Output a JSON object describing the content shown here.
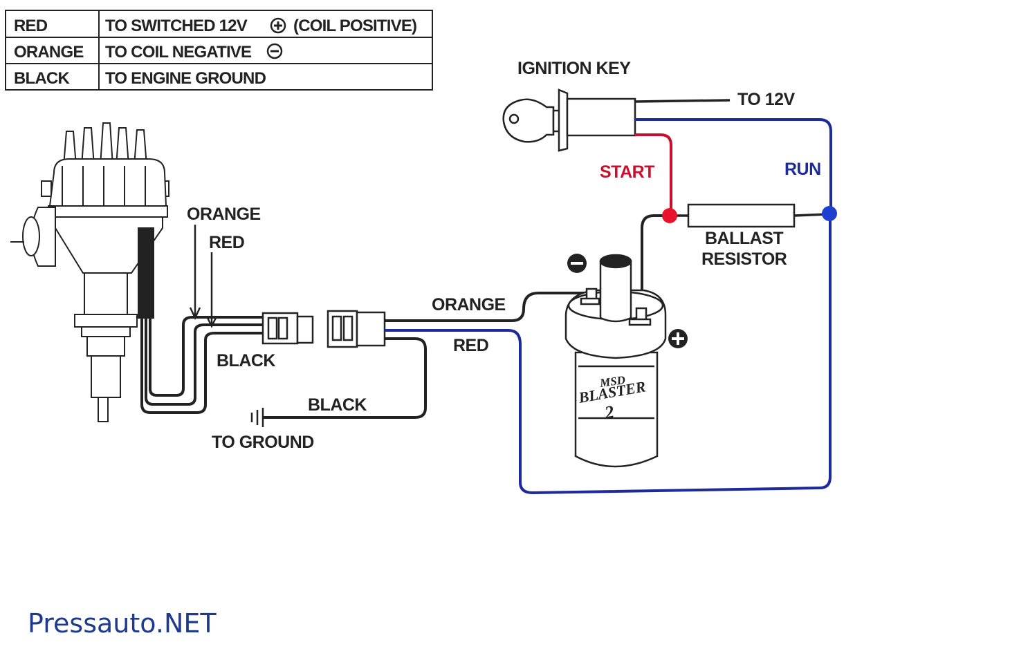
{
  "legend": {
    "rows": [
      {
        "color": "RED",
        "desc_before": "TO SWITCHED 12V",
        "symbol": "plus",
        "desc_after": "(COIL POSITIVE)"
      },
      {
        "color": "ORANGE",
        "desc_before": "TO COIL NEGATIVE",
        "symbol": "minus",
        "desc_after": ""
      },
      {
        "color": "BLACK",
        "desc_before": "TO ENGINE GROUND",
        "symbol": "",
        "desc_after": ""
      }
    ]
  },
  "labels": {
    "ignition_key": "IGNITION KEY",
    "to_12v": "TO 12V",
    "start": "START",
    "run": "RUN",
    "ballast_1": "BALLAST",
    "ballast_2": "RESISTOR",
    "dist_orange": "ORANGE",
    "dist_red": "RED",
    "dist_black": "BLACK",
    "coil_orange": "ORANGE",
    "coil_red": "RED",
    "ground_black": "BLACK",
    "to_ground": "TO GROUND"
  },
  "coil": {
    "brand": "MSD",
    "model": "BLASTER",
    "number": "2"
  },
  "wire_colors": {
    "red": "#c8102e",
    "blue": "#1c2a9c",
    "black": "#222222"
  },
  "watermark": "Pressauto.NET"
}
